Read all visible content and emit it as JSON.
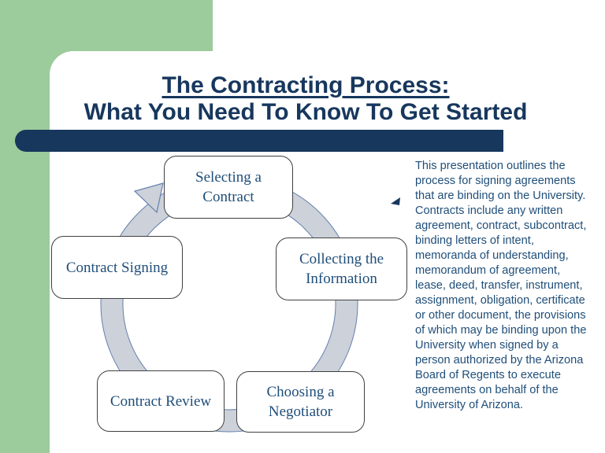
{
  "slide": {
    "title_line1": "The Contracting Process:",
    "title_line2": "What You Need To Know To Get Started"
  },
  "diagram": {
    "type": "cycle",
    "boxes": [
      {
        "id": "selecting-contract",
        "lines": [
          "Selecting a",
          "Contract"
        ]
      },
      {
        "id": "collecting-information",
        "lines": [
          "Collecting the",
          "Information"
        ]
      },
      {
        "id": "choosing-negotiator",
        "lines": [
          "Choosing a",
          "Negotiator"
        ]
      },
      {
        "id": "contract-review",
        "lines": [
          "Contract Review"
        ]
      },
      {
        "id": "contract-signing",
        "lines": [
          "Contract Signing"
        ]
      }
    ]
  },
  "sidebar_note": {
    "text": "This presentation outlines the process for signing agreements that are binding on the University. Contracts include any written agreement, contract, subcontract, binding letters of intent, memoranda of understanding, memorandum of agreement, lease, deed, transfer, instrument, assignment, obligation, certificate or other document, the provisions of which may be binding upon the University when signed by a person authorized by the Arizona Board of Regents to execute agreements on behalf of the University of Arizona."
  },
  "icons": {
    "cycle_arrowhead": "arrowhead-up-right",
    "note_bullet": "small-left-triangle"
  },
  "colors": {
    "accent_green": "#9CCB9C",
    "navy": "#17375D",
    "box_text_navy": "#1F4E79",
    "arrow_band_gray": "#CDD1D9",
    "arrow_outline_blue": "#6380AE",
    "box_border_gray": "#404040"
  }
}
